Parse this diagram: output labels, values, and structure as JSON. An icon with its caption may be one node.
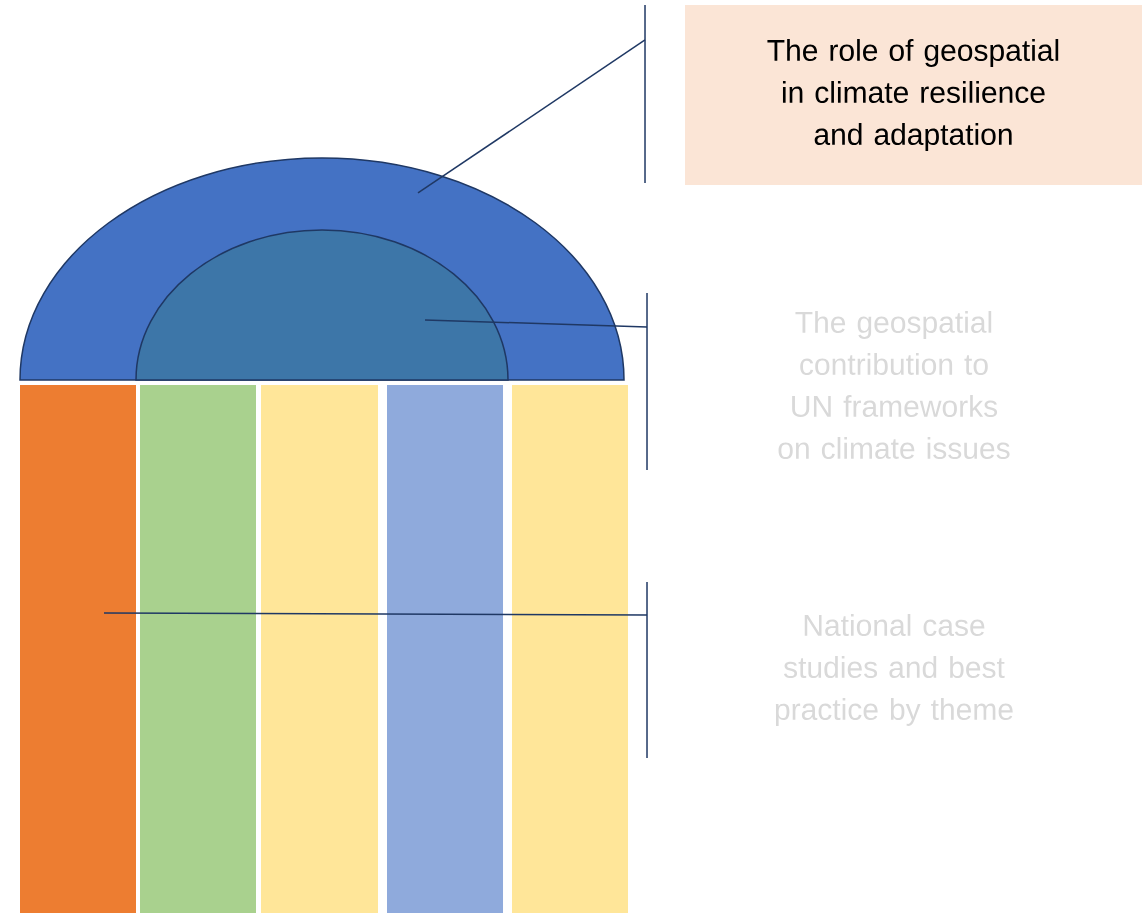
{
  "diagram": {
    "nodes": [
      {
        "text": [],
        "shape": "semicircle"
      },
      {
        "text": [],
        "shape": "semicircle",
        "in": 0
      },
      {
        "text": [],
        "shape": "bar"
      },
      {
        "text": [],
        "shape": "bar"
      },
      {
        "text": [],
        "shape": "bar"
      },
      {
        "text": [],
        "shape": "bar"
      },
      {
        "text": [],
        "shape": "bar"
      },
      {
        "text": [
          "The role of geospatial in climate resilience and adaptation"
        ]
      },
      {
        "text": [
          "The geospatial contribution to UN frameworks on climate issues"
        ]
      },
      {
        "text": [
          "National case studies and best practice by theme"
        ]
      }
    ],
    "edges": [
      {
        "from": 7,
        "to": 0,
        "arrow": "none"
      },
      {
        "from": 8,
        "to": 1,
        "arrow": "none"
      },
      {
        "from": 9,
        "to": 2,
        "arrow": "none"
      }
    ]
  }
}
